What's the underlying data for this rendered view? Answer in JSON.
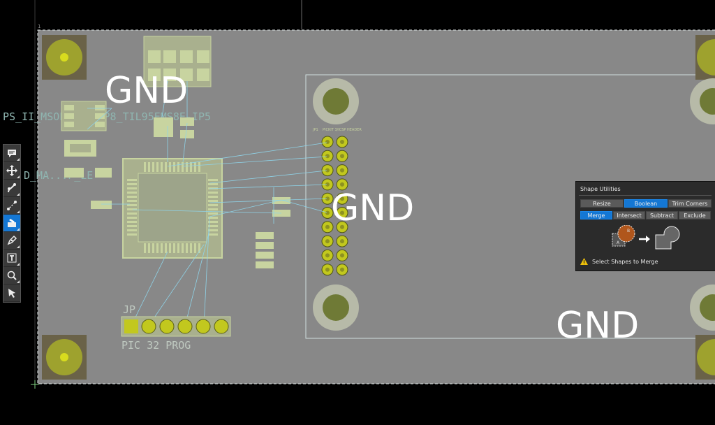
{
  "board": {
    "designators": {
      "jp_top": "JP1",
      "header_label": "PICKIT 3/ICSP HEADER",
      "jp_bottom": "JP",
      "prog_label": "PIC 32 PROG",
      "left_label1": "PS_II_MSOP...ADIP8_TIL95EMS8E-IP5",
      "left_label2": "D_MA...P_LE"
    },
    "net_labels": [
      "GND",
      "GND",
      "GND"
    ],
    "colors": {
      "board": "#888888",
      "copper": "#c8d4a0",
      "pad": "#c2c81e",
      "ratsnest": "#8fd3e8",
      "outline": "#dfe7e7"
    }
  },
  "toolbar": {
    "tools": [
      {
        "name": "comment-icon"
      },
      {
        "name": "move-icon"
      },
      {
        "name": "route-icon"
      },
      {
        "name": "trace-icon"
      },
      {
        "name": "pour-icon",
        "active": true
      },
      {
        "name": "pen-icon"
      },
      {
        "name": "text-icon"
      },
      {
        "name": "zoom-icon"
      },
      {
        "name": "select-icon"
      }
    ]
  },
  "shape_utilities": {
    "title": "Shape Utilities",
    "tabs": [
      "Resize",
      "Boolean",
      "Trim Corners"
    ],
    "active_tab": "Boolean",
    "ops": [
      "Merge",
      "Intersect",
      "Subtract",
      "Exclude"
    ],
    "active_op": "Merge",
    "illustration_labels": {
      "a": "A",
      "b": "B"
    },
    "message": "Select Shapes to Merge"
  }
}
